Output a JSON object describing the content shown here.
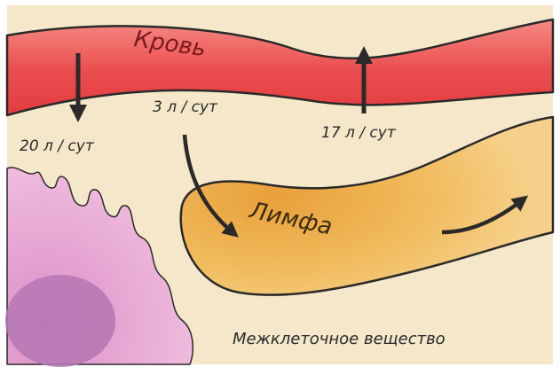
{
  "labels": {
    "blood": "Кровь",
    "lymph": "Лимфа",
    "interstitial": "Межклеточное вещество",
    "flow_out": "20 л / сут",
    "flow_lymph": "3 л / сут",
    "flow_back": "17 л / сут"
  },
  "colors": {
    "background": "#f5e7c9",
    "blood": "#ea4c4d",
    "blood_light": "#f58a84",
    "lymph": "#f1bc5e",
    "lymph_core": "#e8a03a",
    "cell": "#eaa9d4",
    "nucleus": "#b577b3",
    "ink": "#2a2a2a"
  }
}
